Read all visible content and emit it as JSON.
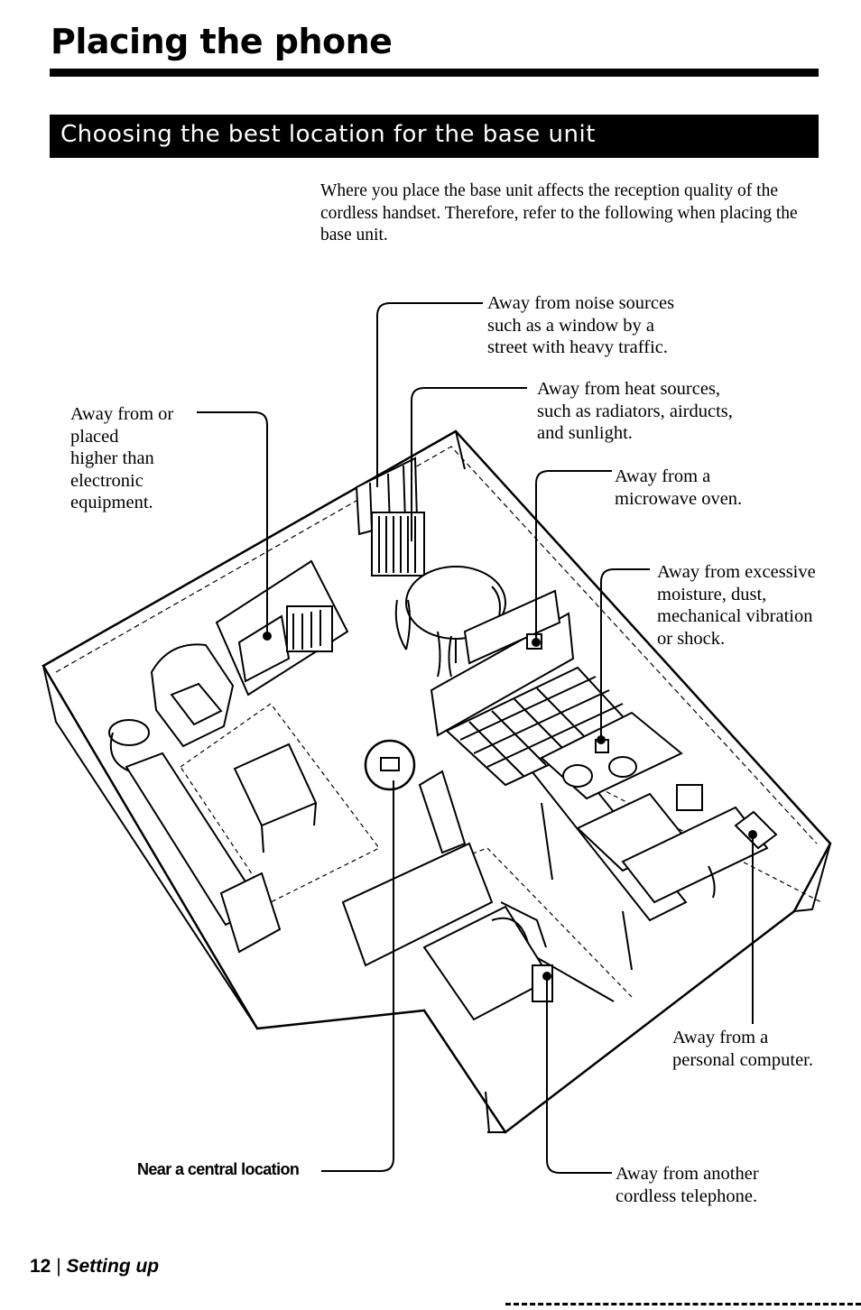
{
  "page": {
    "title": "Placing the phone",
    "section_heading": "Choosing the best location for the base unit",
    "intro": "Where you place the base unit affects the reception quality of the cordless handset. Therefore, refer to the following when placing the base unit."
  },
  "callouts": {
    "noise": "Away from noise sources\nsuch as a window by a\nstreet with heavy traffic.",
    "heat": "Away from heat sources,\nsuch as radiators, airducts,\nand sunlight.",
    "electronic": "Away from or\nplaced\nhigher than\nelectronic\nequipment.",
    "microwave": "Away from a\nmicrowave oven.",
    "moisture": "Away from excessive\nmoisture, dust,\nmechanical vibration\nor shock.",
    "computer": "Away from a\npersonal computer.",
    "central": "Near a central location",
    "cordless": "Away from another\ncordless telephone."
  },
  "footer": {
    "page_number": "12",
    "section": "Setting up"
  }
}
